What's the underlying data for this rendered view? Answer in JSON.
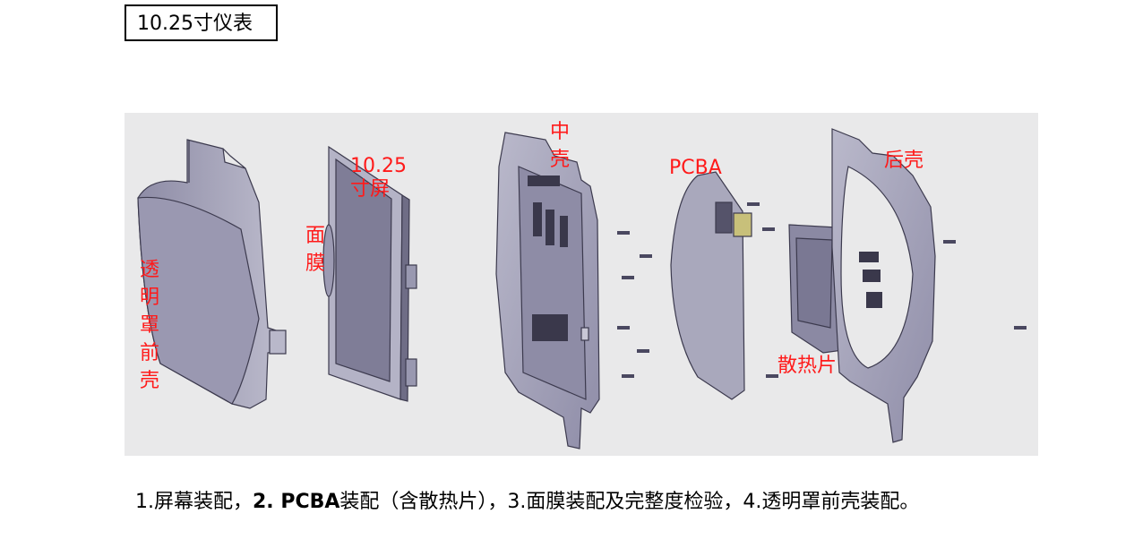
{
  "header": {
    "title": "10.25寸仪表"
  },
  "diagram": {
    "labels": {
      "cover": "透明罩前壳",
      "film": "面膜",
      "screen": "10.25\n寸屏",
      "mid_shell": "中壳",
      "pcba": "PCBA",
      "rear_shell": "后壳",
      "heatsink": "散热片"
    },
    "colors": {
      "label": "#ff1a1a",
      "part_fill": "#a7a6ba",
      "part_dark": "#6f6d86",
      "background": "#e9e9ea"
    }
  },
  "caption": {
    "step1": "1.屏幕装配，",
    "step2": "2. PCBA",
    "step2_rest": "装配（含散热片），3.面膜装配及完整度检验，4.透明罩前壳装配。"
  }
}
